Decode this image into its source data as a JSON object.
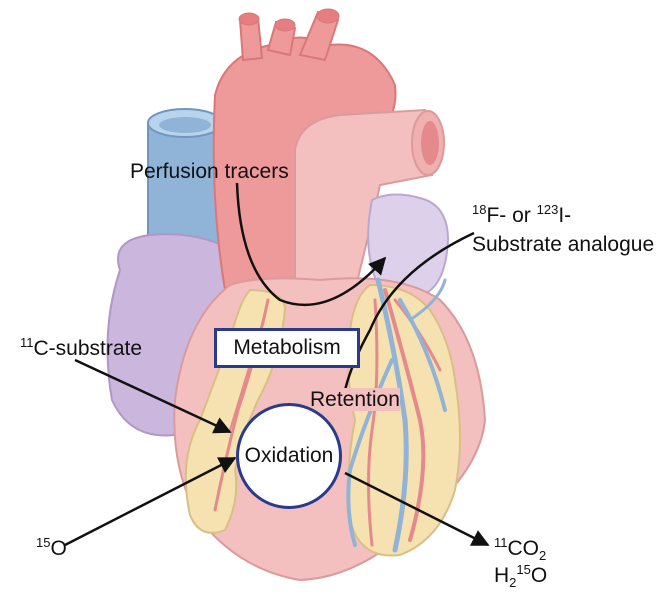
{
  "labels": {
    "perfusion": "Perfusion tracers",
    "analogue_prefix_mass1": "18",
    "analogue_text1": "F- or ",
    "analogue_prefix_mass2": "123",
    "analogue_text2": "I-",
    "analogue_line2": "Substrate analogue",
    "c11_mass": "11",
    "c11_text": "C-substrate",
    "metabolism": "Metabolism",
    "retention": "Retention",
    "oxidation": "Oxidation",
    "o15_mass": "15",
    "o15_text": "O",
    "co2_mass": "11",
    "co2_text": "CO",
    "co2_sub": "2",
    "water_h": "H",
    "water_sub": "2",
    "water_mass": "15",
    "water_o": "O"
  },
  "colors": {
    "aorta": "#ee9a9a",
    "aorta_inner": "#e67d80",
    "vena_cava": "#8fb4d8",
    "vena_cava_inner": "#b9d3ec",
    "atrium": "#cbb7dd",
    "heart": "#f3c0bf",
    "fat": "#f5e2b0",
    "coronary_artery": "#e5898d",
    "coronary_vein": "#93b3d6",
    "box_border": "#2a3a8c",
    "arrow": "#111111"
  }
}
